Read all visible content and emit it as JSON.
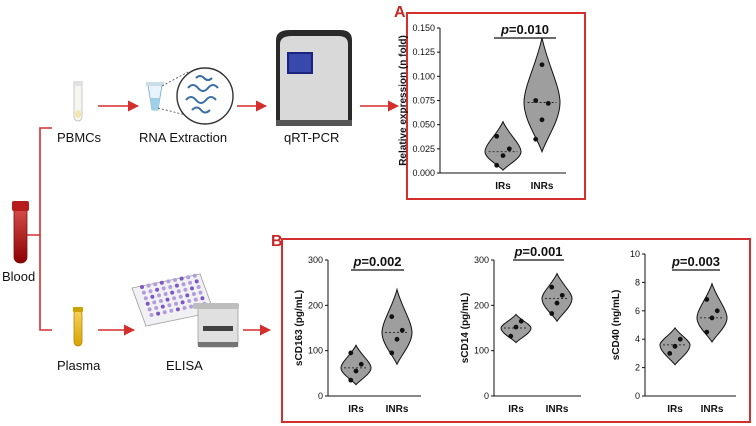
{
  "workflow": {
    "source": "Blood",
    "branch1": [
      "PBMCs",
      "RNA Extraction",
      "qRT-PCR"
    ],
    "branch2": [
      "Plasma",
      "ELISA"
    ]
  },
  "panels": {
    "A": "A",
    "B": "B"
  },
  "colors": {
    "frame": "#d32f2f",
    "violin": "#9e9e9e",
    "arrow": "#d32f2f"
  },
  "chart_data": [
    {
      "type": "violin",
      "panel": "A",
      "ylabel": "Relative expression (n fold)",
      "categories": [
        "IRs",
        "INRs"
      ],
      "ylim": [
        0,
        0.15
      ],
      "yticks": [
        "0.000",
        "0.025",
        "0.050",
        "0.075",
        "0.100",
        "0.125",
        "0.150"
      ],
      "p_label": "p=0.010",
      "groups": [
        {
          "name": "IRs",
          "min": 0.003,
          "max": 0.053,
          "median": 0.022,
          "points": [
            0.008,
            0.018,
            0.025,
            0.038
          ]
        },
        {
          "name": "INRs",
          "min": 0.022,
          "max": 0.14,
          "median": 0.073,
          "points": [
            0.035,
            0.055,
            0.072,
            0.075,
            0.112
          ]
        }
      ]
    },
    {
      "type": "violin",
      "panel": "B",
      "ylabel": "sCD163 (pg/mL)",
      "categories": [
        "IRs",
        "INRs"
      ],
      "ylim": [
        0,
        300
      ],
      "yticks": [
        "0",
        "100",
        "200",
        "300"
      ],
      "p_label": "p=0.002",
      "groups": [
        {
          "name": "IRs",
          "min": 25,
          "max": 112,
          "median": 62,
          "points": [
            35,
            55,
            70,
            95
          ]
        },
        {
          "name": "INRs",
          "min": 70,
          "max": 235,
          "median": 140,
          "points": [
            95,
            125,
            145,
            175
          ]
        }
      ]
    },
    {
      "type": "violin",
      "panel": "B",
      "ylabel": "sCD14 (pg/mL)",
      "categories": [
        "IRs",
        "INRs"
      ],
      "ylim": [
        0,
        300
      ],
      "yticks": [
        "0",
        "100",
        "200",
        "300"
      ],
      "p_label": "p=0.001",
      "groups": [
        {
          "name": "IRs",
          "min": 118,
          "max": 180,
          "median": 150,
          "points": [
            132,
            152,
            165
          ]
        },
        {
          "name": "INRs",
          "min": 165,
          "max": 270,
          "median": 215,
          "points": [
            182,
            205,
            222,
            240
          ]
        }
      ]
    },
    {
      "type": "violin",
      "panel": "B",
      "ylabel": "sCD40 (ng/mL)",
      "categories": [
        "IRs",
        "INRs"
      ],
      "ylim": [
        0,
        10
      ],
      "yticks": [
        "0",
        "2",
        "4",
        "6",
        "8",
        "10"
      ],
      "p_label": "p=0.003",
      "groups": [
        {
          "name": "IRs",
          "min": 2.2,
          "max": 4.8,
          "median": 3.6,
          "points": [
            3.0,
            3.5,
            4.0
          ]
        },
        {
          "name": "INRs",
          "min": 3.8,
          "max": 7.9,
          "median": 5.5,
          "points": [
            4.5,
            5.5,
            6.0,
            6.8
          ]
        }
      ]
    }
  ]
}
